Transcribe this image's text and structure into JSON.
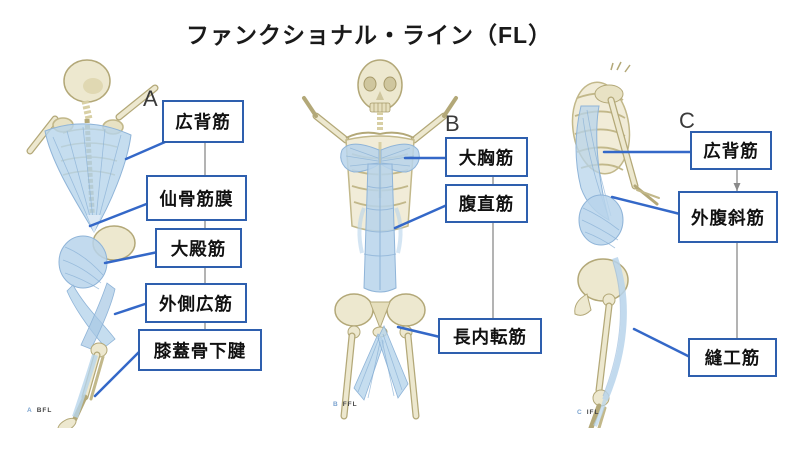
{
  "title": "ファンクショナル・ライン（FL）",
  "colors": {
    "box_border": "#2e5fae",
    "leader_line": "#3468c8",
    "connector_line": "#9a9a9a",
    "muscle_blue": "#b7d4eb",
    "bone": "#ede8cf"
  },
  "panels": [
    {
      "letter": "A",
      "caption": {
        "letter": "A",
        "abbr": "BFL"
      },
      "figure": "back-view-skeleton",
      "labels": [
        "広背筋",
        "仙骨筋膜",
        "大殿筋",
        "外側広筋",
        "膝蓋骨下腱"
      ]
    },
    {
      "letter": "B",
      "caption": {
        "letter": "B",
        "abbr": "FFL"
      },
      "figure": "front-view-skeleton",
      "labels": [
        "大胸筋",
        "腹直筋",
        "長内転筋"
      ]
    },
    {
      "letter": "C",
      "caption": {
        "letter": "C",
        "abbr": "IFL"
      },
      "figure": "side-view-skeleton",
      "labels": [
        "広背筋",
        "外腹斜筋",
        "縫工筋"
      ]
    }
  ]
}
